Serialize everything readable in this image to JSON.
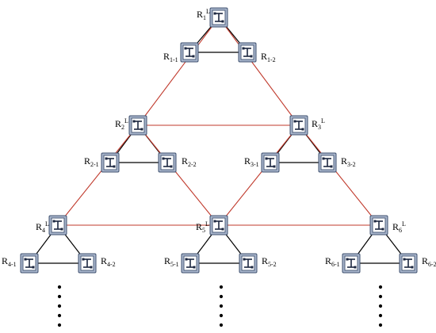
{
  "colors": {
    "leader_link": "#c0392b",
    "cluster_link": "#000000",
    "router_fill": "#a9b6cc",
    "router_border": "#3d4f6e"
  },
  "icons": {
    "router": "router-icon",
    "ellipsis": "ellipsis-dots"
  },
  "nodes": {
    "R1L": {
      "base": "R",
      "sub": "1",
      "sup": "L"
    },
    "R1_1": {
      "base": "R",
      "sub": "1-1"
    },
    "R1_2": {
      "base": "R",
      "sub": "1-2"
    },
    "R2L": {
      "base": "R",
      "sub": "2",
      "sup": "L"
    },
    "R2_1": {
      "base": "R",
      "sub": "2-1"
    },
    "R2_2": {
      "base": "R",
      "sub": "2-2"
    },
    "R3L": {
      "base": "R",
      "sub": "3",
      "sup": "L"
    },
    "R3_1": {
      "base": "R",
      "sub": "3-1"
    },
    "R3_2": {
      "base": "R",
      "sub": "3-2"
    },
    "R4L": {
      "base": "R",
      "sub": "4",
      "sup": "L"
    },
    "R4_1": {
      "base": "R",
      "sub": "4-1"
    },
    "R4_2": {
      "base": "R",
      "sub": "4-2"
    },
    "R5L": {
      "base": "R",
      "sub": "5",
      "sup": "L"
    },
    "R5_1": {
      "base": "R",
      "sub": "5-1"
    },
    "R5_2": {
      "base": "R",
      "sub": "5-2"
    },
    "R6L": {
      "base": "R",
      "sub": "6",
      "sup": "L"
    },
    "R6_1": {
      "base": "R",
      "sub": "6-1"
    },
    "R6_2": {
      "base": "R",
      "sub": "6-2"
    }
  },
  "leader_links": [
    [
      "R1L",
      "R2L"
    ],
    [
      "R1L",
      "R3L"
    ],
    [
      "R2L",
      "R3L"
    ],
    [
      "R2L",
      "R4L"
    ],
    [
      "R2L",
      "R5L"
    ],
    [
      "R3L",
      "R5L"
    ],
    [
      "R3L",
      "R6L"
    ],
    [
      "R4L",
      "R5L"
    ],
    [
      "R5L",
      "R6L"
    ]
  ],
  "cluster_links": [
    [
      "R1L",
      "R1_1"
    ],
    [
      "R1L",
      "R1_2"
    ],
    [
      "R1_1",
      "R1_2"
    ],
    [
      "R2L",
      "R2_1"
    ],
    [
      "R2L",
      "R2_2"
    ],
    [
      "R2_1",
      "R2_2"
    ],
    [
      "R3L",
      "R3_1"
    ],
    [
      "R3L",
      "R3_2"
    ],
    [
      "R3_1",
      "R3_2"
    ],
    [
      "R4L",
      "R4_1"
    ],
    [
      "R4L",
      "R4_2"
    ],
    [
      "R4_1",
      "R4_2"
    ],
    [
      "R5L",
      "R5_1"
    ],
    [
      "R5L",
      "R5_2"
    ],
    [
      "R5_1",
      "R5_2"
    ],
    [
      "R6L",
      "R6_1"
    ],
    [
      "R6L",
      "R6_2"
    ],
    [
      "R6_1",
      "R6_2"
    ]
  ]
}
